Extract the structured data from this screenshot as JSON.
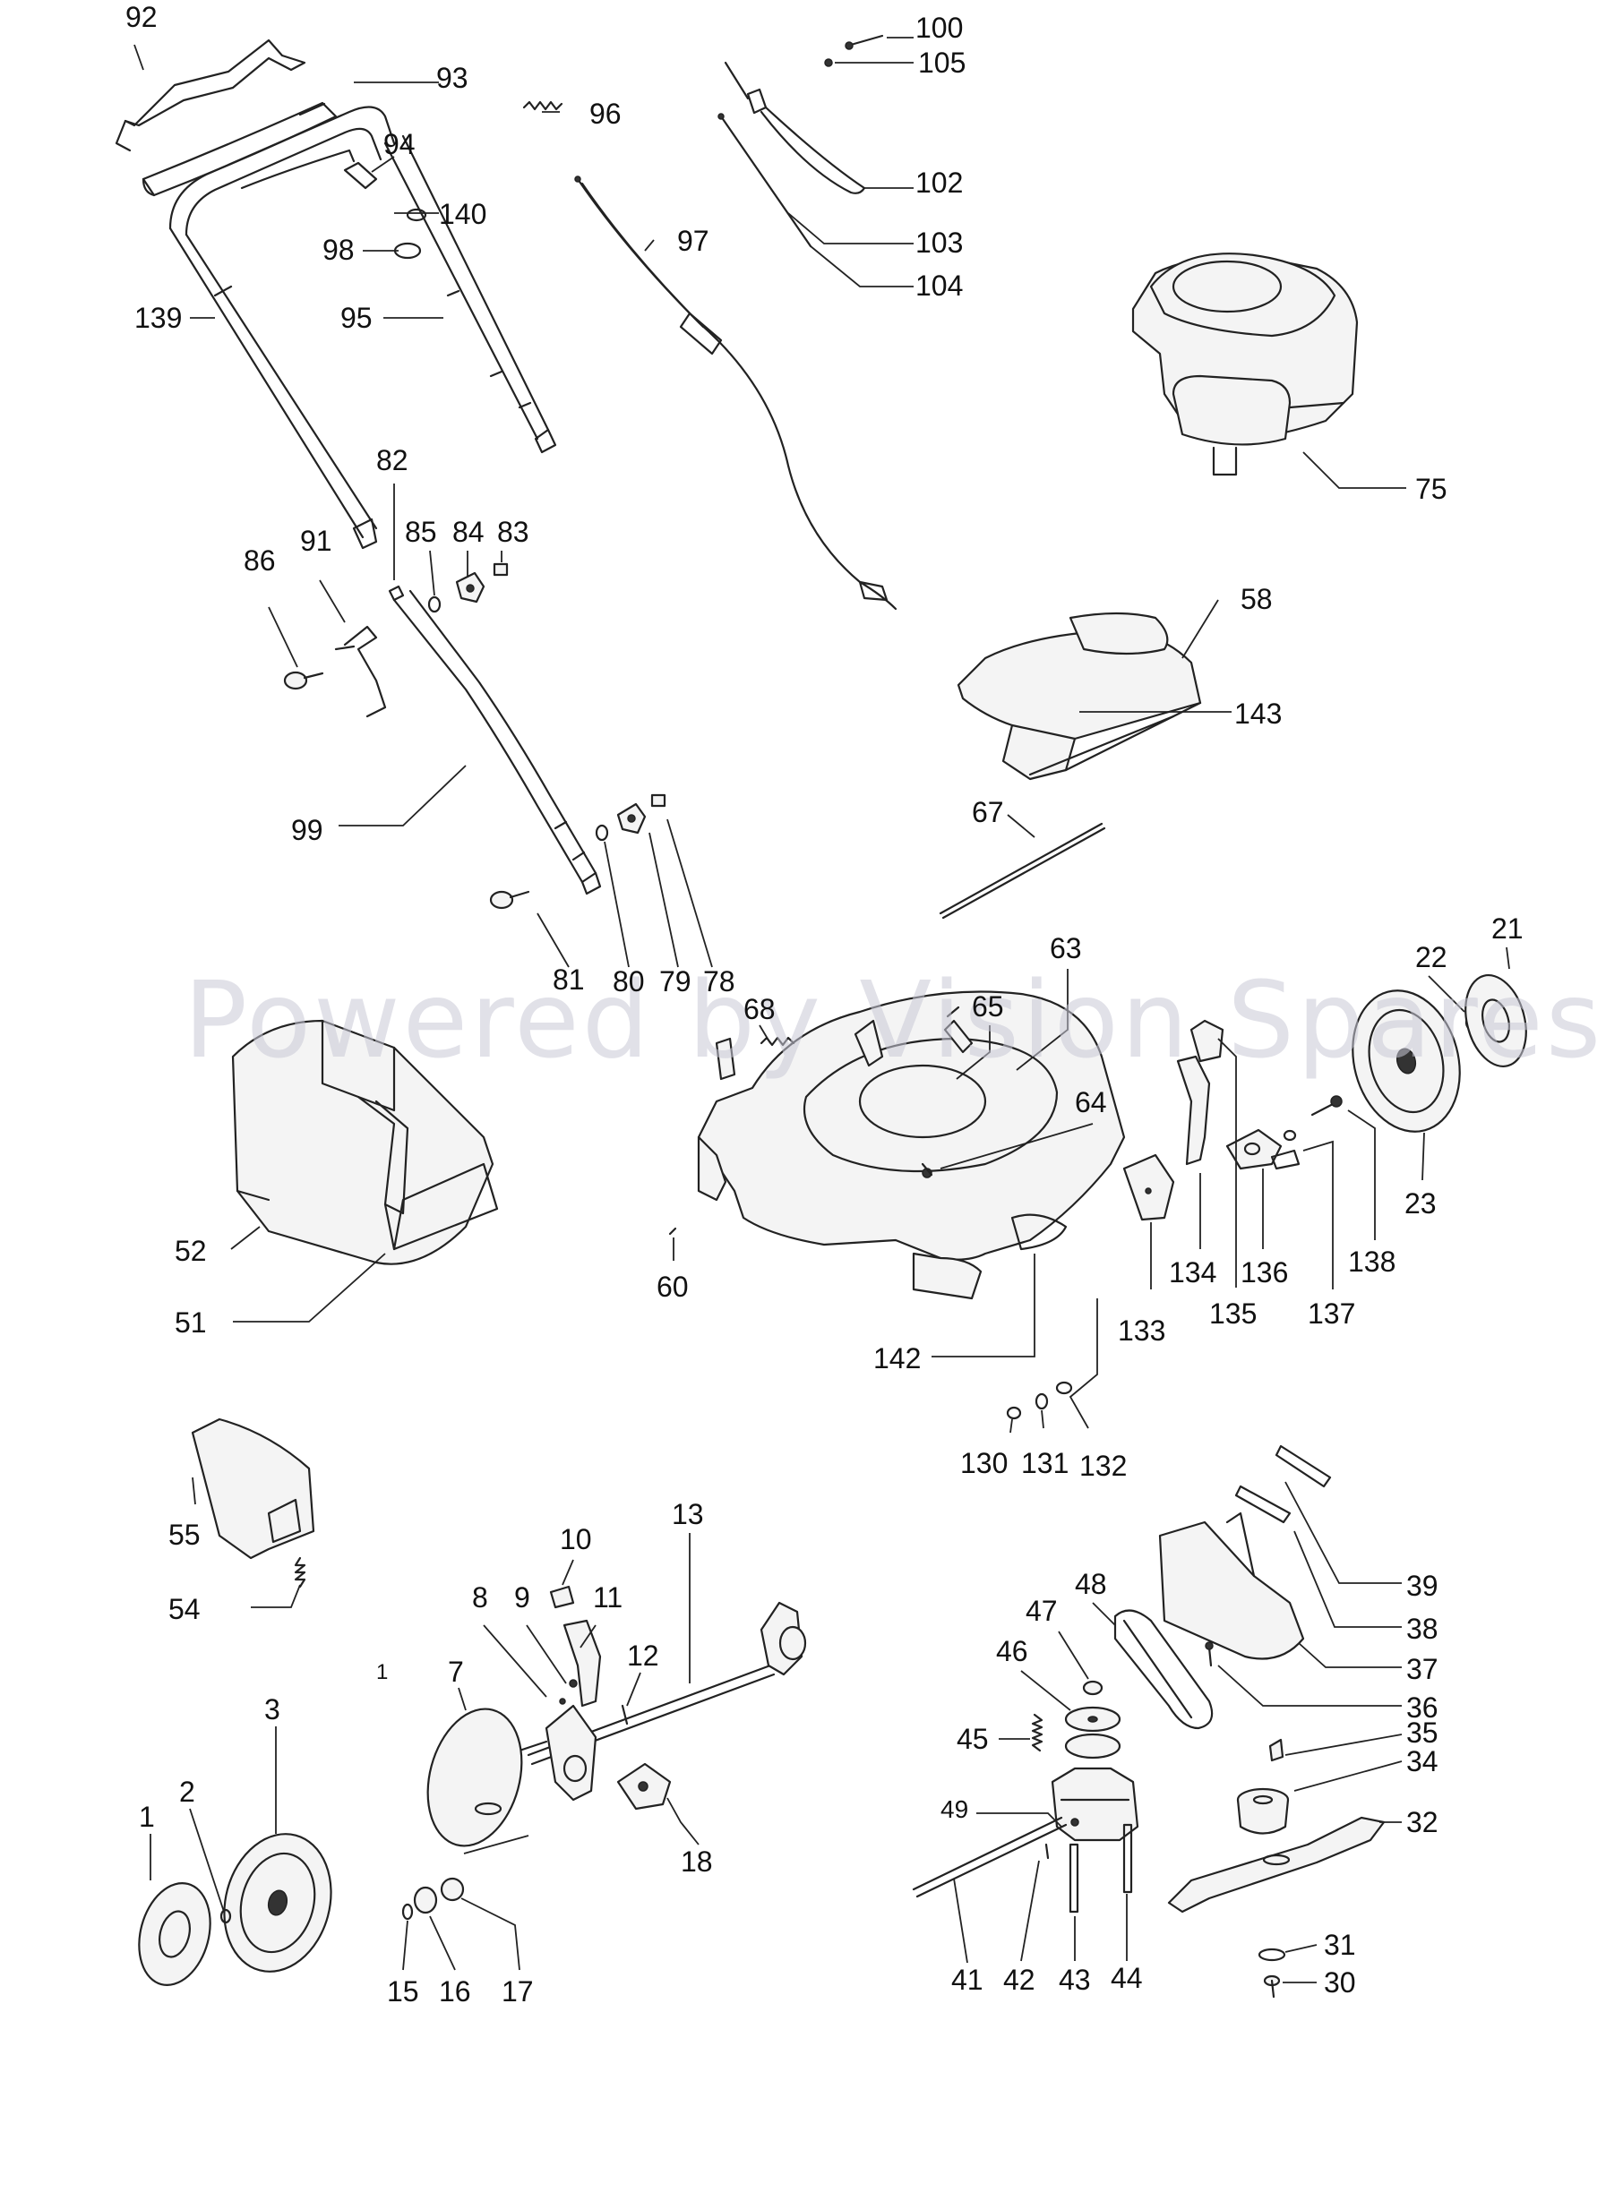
{
  "watermark": "Powered by Vision Spares",
  "callouts": [
    {
      "id": "92",
      "label": "92"
    },
    {
      "id": "93",
      "label": "93"
    },
    {
      "id": "96",
      "label": "96"
    },
    {
      "id": "100",
      "label": "100"
    },
    {
      "id": "105",
      "label": "105"
    },
    {
      "id": "94",
      "label": "94"
    },
    {
      "id": "140",
      "label": "140"
    },
    {
      "id": "102",
      "label": "102"
    },
    {
      "id": "98",
      "label": "98"
    },
    {
      "id": "97",
      "label": "97"
    },
    {
      "id": "103",
      "label": "103"
    },
    {
      "id": "104",
      "label": "104"
    },
    {
      "id": "139",
      "label": "139"
    },
    {
      "id": "95",
      "label": "95"
    },
    {
      "id": "75",
      "label": "75"
    },
    {
      "id": "82",
      "label": "82"
    },
    {
      "id": "85",
      "label": "85"
    },
    {
      "id": "84",
      "label": "84"
    },
    {
      "id": "83",
      "label": "83"
    },
    {
      "id": "91",
      "label": "91"
    },
    {
      "id": "86",
      "label": "86"
    },
    {
      "id": "58",
      "label": "58"
    },
    {
      "id": "143",
      "label": "143"
    },
    {
      "id": "99",
      "label": "99"
    },
    {
      "id": "67",
      "label": "67"
    },
    {
      "id": "81",
      "label": "81"
    },
    {
      "id": "80",
      "label": "80"
    },
    {
      "id": "79",
      "label": "79"
    },
    {
      "id": "78",
      "label": "78"
    },
    {
      "id": "63",
      "label": "63"
    },
    {
      "id": "21",
      "label": "21"
    },
    {
      "id": "22",
      "label": "22"
    },
    {
      "id": "68",
      "label": "68"
    },
    {
      "id": "65",
      "label": "65"
    },
    {
      "id": "64",
      "label": "64"
    },
    {
      "id": "52",
      "label": "52"
    },
    {
      "id": "51",
      "label": "51"
    },
    {
      "id": "60",
      "label": "60"
    },
    {
      "id": "134",
      "label": "134"
    },
    {
      "id": "136",
      "label": "136"
    },
    {
      "id": "138",
      "label": "138"
    },
    {
      "id": "23",
      "label": "23"
    },
    {
      "id": "135",
      "label": "135"
    },
    {
      "id": "137",
      "label": "137"
    },
    {
      "id": "133",
      "label": "133"
    },
    {
      "id": "142",
      "label": "142"
    },
    {
      "id": "130",
      "label": "130"
    },
    {
      "id": "131",
      "label": "131"
    },
    {
      "id": "132",
      "label": "132"
    },
    {
      "id": "13",
      "label": "13"
    },
    {
      "id": "10",
      "label": "10"
    },
    {
      "id": "55",
      "label": "55"
    },
    {
      "id": "39",
      "label": "39"
    },
    {
      "id": "8",
      "label": "8"
    },
    {
      "id": "9",
      "label": "9"
    },
    {
      "id": "11",
      "label": "11"
    },
    {
      "id": "48",
      "label": "48"
    },
    {
      "id": "38",
      "label": "38"
    },
    {
      "id": "54",
      "label": "54"
    },
    {
      "id": "47",
      "label": "47"
    },
    {
      "id": "37",
      "label": "37"
    },
    {
      "id": "12",
      "label": "12"
    },
    {
      "id": "1a",
      "label": "1"
    },
    {
      "id": "46",
      "label": "46"
    },
    {
      "id": "36",
      "label": "36"
    },
    {
      "id": "7",
      "label": "7"
    },
    {
      "id": "3",
      "label": "3"
    },
    {
      "id": "45",
      "label": "45"
    },
    {
      "id": "35",
      "label": "35"
    },
    {
      "id": "34",
      "label": "34"
    },
    {
      "id": "2",
      "label": "2"
    },
    {
      "id": "49",
      "label": "49"
    },
    {
      "id": "1",
      "label": "1"
    },
    {
      "id": "32",
      "label": "32"
    },
    {
      "id": "18",
      "label": "18"
    },
    {
      "id": "31",
      "label": "31"
    },
    {
      "id": "41",
      "label": "41"
    },
    {
      "id": "42",
      "label": "42"
    },
    {
      "id": "43",
      "label": "43"
    },
    {
      "id": "44",
      "label": "44"
    },
    {
      "id": "30",
      "label": "30"
    },
    {
      "id": "15",
      "label": "15"
    },
    {
      "id": "16",
      "label": "16"
    },
    {
      "id": "17",
      "label": "17"
    }
  ]
}
